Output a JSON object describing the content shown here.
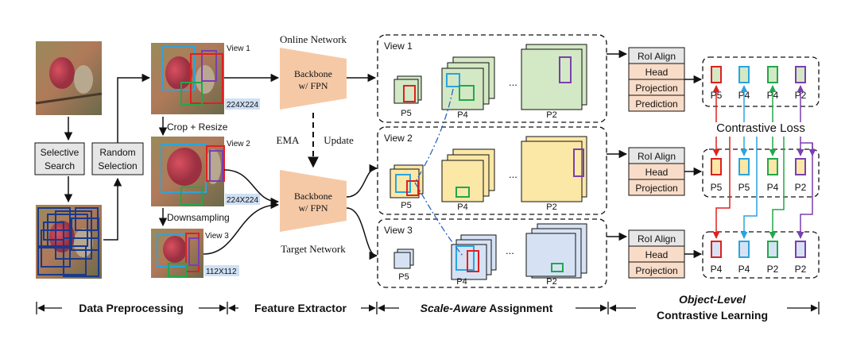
{
  "labels": {
    "selective_search": [
      "Selective",
      "Search"
    ],
    "random_selection": [
      "Random",
      "Selection"
    ],
    "view1": "View 1",
    "view2": "View 2",
    "view3": "View 3",
    "size_224a": "224X224",
    "size_224b": "224X224",
    "size_112": "112X112",
    "crop_resize": "Crop + Resize",
    "downsampling": "Downsampling",
    "online_network": "Online Network",
    "target_network": "Target Network",
    "backbone_online": [
      "Backbone",
      "w/ FPN"
    ],
    "backbone_target": [
      "Backbone",
      "w/ FPN"
    ],
    "ema_update": [
      "EMA",
      "Update"
    ],
    "assign_view1": "View 1",
    "assign_view2": "View 2",
    "assign_view3": "View 3",
    "p5": "P5",
    "p4": "P4",
    "p2": "P2",
    "ellipsis": "...",
    "contrastive_loss": "Contrastive Loss"
  },
  "heads": {
    "row1": [
      "RoI Align",
      "Head",
      "Projection",
      "Prediction"
    ],
    "row2": [
      "RoI Align",
      "Head",
      "Projection"
    ],
    "row3": [
      "RoI Align",
      "Head",
      "Projection"
    ]
  },
  "features": {
    "row1": [
      "P5",
      "P4",
      "P4",
      "P2"
    ],
    "row2": [
      "P5",
      "P5",
      "P4",
      "P2"
    ],
    "row3": [
      "P4",
      "P4",
      "P2",
      "P2"
    ]
  },
  "stages": {
    "data_preprocessing": "Data Preprocessing",
    "feature_extractor": "Feature Extractor",
    "scale_aware_italic": "Scale-Aware",
    "scale_aware_rest": " Assignment",
    "object_level": "Object-Level",
    "contrastive_learning": "Contrastive Learning"
  },
  "colors": {
    "red": "#e02020",
    "blue": "#2aa4e0",
    "green": "#22a84a",
    "purple": "#7a3fb0",
    "navy": "#1a3a8a",
    "backbone": "#f6c9a6",
    "head": "#f8dcc8",
    "view1_fill": "#d3e8c4",
    "view2_fill": "#fbe7a6",
    "view3_fill": "#d6e2f4",
    "size_label_bg": "#cfe0f4",
    "box_gray": "#e6e6e6"
  }
}
